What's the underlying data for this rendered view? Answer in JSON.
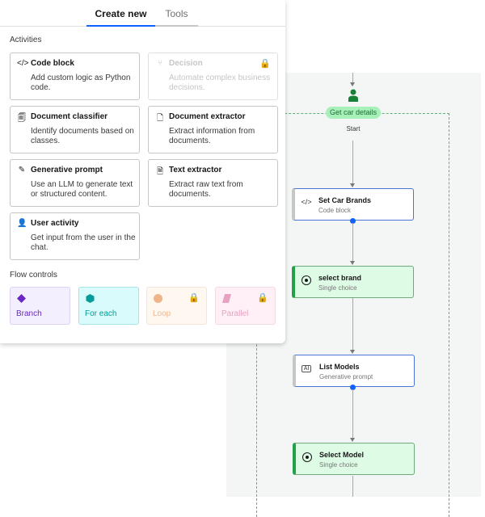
{
  "tabs": {
    "create_new": "Create new",
    "tools": "Tools"
  },
  "activities": {
    "heading": "Activities",
    "items": [
      {
        "icon": "code-icon",
        "glyph": "</>",
        "title": "Code block",
        "desc": "Add custom logic as Python code.",
        "locked": false
      },
      {
        "icon": "decision-icon",
        "glyph": "⑂",
        "title": "Decision",
        "desc": "Automate complex business decisions.",
        "locked": true
      },
      {
        "icon": "document-classifier-icon",
        "glyph": "🗐",
        "title": "Document classifier",
        "desc": "Identify documents based on classes.",
        "locked": false
      },
      {
        "icon": "document-extractor-icon",
        "glyph": "🗋",
        "title": "Document extractor",
        "desc": "Extract information from documents.",
        "locked": false
      },
      {
        "icon": "pencil-icon",
        "glyph": "✎",
        "title": "Generative prompt",
        "desc": "Use an LLM to generate text or structured content.",
        "locked": false
      },
      {
        "icon": "text-extractor-icon",
        "glyph": "🗎",
        "title": "Text extractor",
        "desc": "Extract raw text from documents.",
        "locked": false
      },
      {
        "icon": "user-icon",
        "glyph": "👤",
        "title": "User activity",
        "desc": "Get input from the user in the chat.",
        "locked": false
      }
    ]
  },
  "flow_controls": {
    "heading": "Flow controls",
    "items": [
      {
        "label": "Branch",
        "locked": false,
        "bg": "#f4efff",
        "color": "#6929c4"
      },
      {
        "label": "For each",
        "locked": false,
        "bg": "#d9fbfb",
        "color": "#009d9a"
      },
      {
        "label": "Loop",
        "locked": true,
        "bg": "#fff8f1",
        "color": "#f0b48a"
      },
      {
        "label": "Parallel",
        "locked": true,
        "bg": "#fff0f7",
        "color": "#e7a1c1"
      }
    ]
  },
  "flow": {
    "group_label": "Get car details",
    "start_label": "Start",
    "nodes": [
      {
        "title": "Set Car Brands",
        "subtitle": "Code block",
        "glyph": "</>"
      },
      {
        "title": "select brand",
        "subtitle": "Single choice"
      },
      {
        "title": "List Models",
        "subtitle": "Generative prompt",
        "glyph": "AI"
      },
      {
        "title": "Select Model",
        "subtitle": "Single choice"
      }
    ]
  },
  "lock_glyph": "🔒"
}
